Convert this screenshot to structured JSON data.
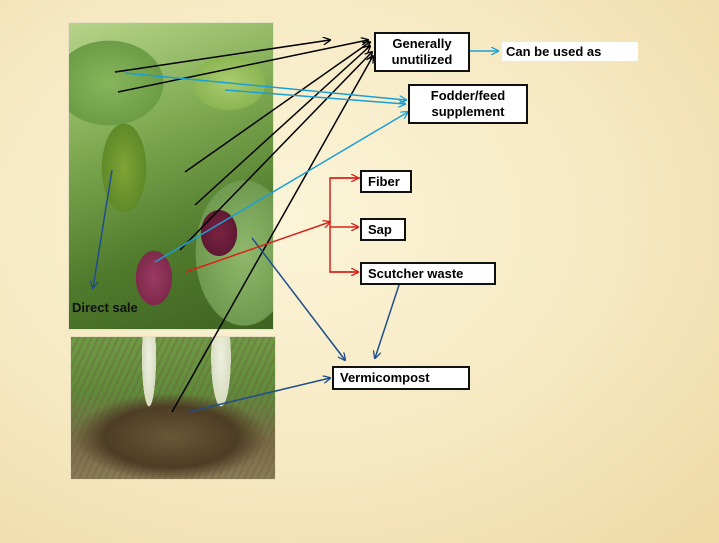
{
  "photos": {
    "banana_plant": "banana plant with fruit bunch and flower",
    "roots": "banana rhizome and roots"
  },
  "nodes": {
    "generally_unutilized": "Generally unutilized",
    "can_be_used_as": "Can be used as",
    "fodder": "Fodder/feed supplement",
    "fiber": "Fiber",
    "sap": "Sap",
    "scutcher_waste": "Scutcher waste",
    "vermicompost": "Vermicompost",
    "direct_sale": "Direct sale"
  },
  "colors": {
    "black_arrows": "#000000",
    "cyan_arrows": "#1b9fd6",
    "navy_arrows": "#1f4e8c",
    "red_arrows": "#d8221c"
  }
}
